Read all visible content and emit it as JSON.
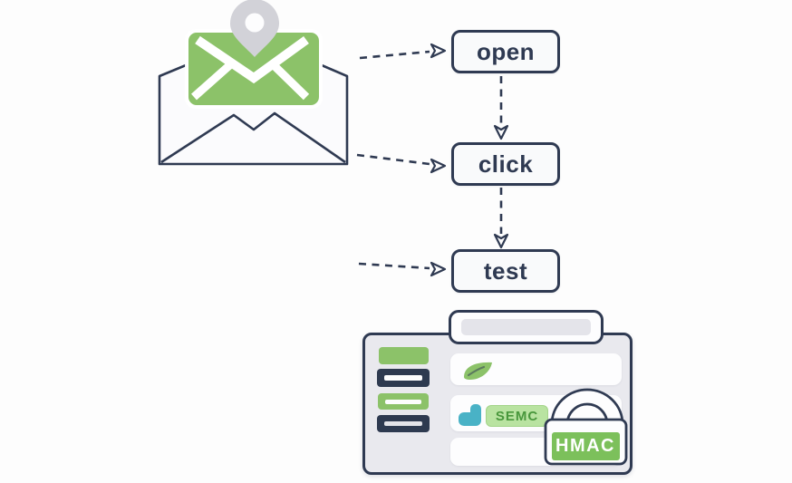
{
  "diagram": {
    "steps": [
      {
        "id": "open",
        "label": "open"
      },
      {
        "id": "click",
        "label": "click"
      },
      {
        "id": "test",
        "label": "test"
      }
    ],
    "badges": {
      "semc": "SEMC",
      "hmac": "HMAC"
    },
    "icons": [
      "open-envelope-icon",
      "location-pin-icon",
      "mail-card-icon",
      "dashed-arrow-icon",
      "leaf-icon",
      "teal-logo-icon",
      "padlock-icon",
      "search-bar-shape",
      "sidebar-bar-shapes"
    ],
    "colors": {
      "navy": "#2f3a52",
      "green": "#8cc269",
      "lock_green": "#7cc05b",
      "semc_text_green": "#49973c",
      "semc_pill_green": "#b9e3a1",
      "teal": "#49b2c6",
      "pin_gray": "#d2d2d8",
      "panel_gray": "#e9e9ee",
      "card_white": "#fdfdfe"
    }
  }
}
